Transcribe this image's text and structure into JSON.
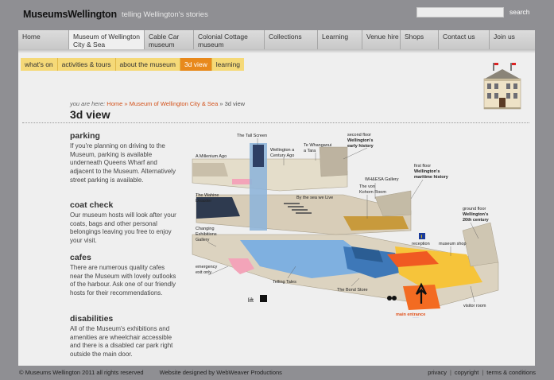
{
  "brand": {
    "name": "MuseumsWellington",
    "tagline": "telling Wellington's stories"
  },
  "search": {
    "button_label": "search",
    "placeholder": ""
  },
  "nav": [
    {
      "label": "Home"
    },
    {
      "label": "Museum of Wellington City & Sea",
      "active": true
    },
    {
      "label": "Cable Car museum"
    },
    {
      "label": "Colonial Cottage museum"
    },
    {
      "label": "Collections"
    },
    {
      "label": "Learning"
    },
    {
      "label": "Venue hire"
    },
    {
      "label": "Shops"
    },
    {
      "label": "Contact us"
    },
    {
      "label": "Join us"
    }
  ],
  "subnav": [
    {
      "label": "what's on"
    },
    {
      "label": "activities & tours"
    },
    {
      "label": "about the museum"
    },
    {
      "label": "3d view",
      "active": true
    },
    {
      "label": "learning"
    }
  ],
  "breadcrumb": {
    "prefix": "you are here:",
    "home": "Home",
    "sep1": "»",
    "museum": "Museum of Wellington City & Sea",
    "sep2": "»",
    "current": "3d view"
  },
  "page_title": "3d view",
  "sections": [
    {
      "heading": "parking",
      "body": "If you're planning on driving to the Museum, parking is available underneath Queens Wharf and adjacent to the Museum. Alternatively street parking is available."
    },
    {
      "heading": "coat check",
      "body": "Our museum hosts will look after your coats, bags and other personal belongings leaving you free to enjoy your visit."
    },
    {
      "heading": "cafes",
      "body": "There are numerous quality cafes near the Museum with lovely outlooks of the harbour. Ask one of our friendly hosts for their recommendations."
    },
    {
      "heading": "disabilities",
      "body": "All of the Museum's exhibitions and amenities are wheelchair accessible and there is a disabled car park right outside the main door."
    }
  ],
  "map_labels": {
    "tall_screen": "The Tall Screen",
    "wellington_century_ago_1": "Wellington a",
    "wellington_century_ago_2": "Century Ago",
    "te_whanganui_1": "Te Whanganui",
    "te_whanganui_2": "a Tara",
    "second_floor_1": "second floor",
    "second_floor_2": "Wellington's",
    "second_floor_3": "early history",
    "millenium": "A Millenium Ago",
    "whesa": "WH&ESA Gallery",
    "first_floor_1": "first floor",
    "first_floor_2": "Wellington's",
    "first_floor_3": "maritime history",
    "wahine_1": "The Wahine",
    "wahine_2": "Disaster",
    "by_the_sea": "By the sea we Live",
    "von_kohorn_1": "The von",
    "von_kohorn_2": "Kohorn Room",
    "ground_floor_1": "ground floor",
    "ground_floor_2": "Wellington's",
    "ground_floor_3": "20th century",
    "changing_1": "Changing",
    "changing_2": "Exhibitions",
    "changing_3": "Gallery",
    "reception": "reception",
    "museum_shop": "museum shop",
    "emergency_1": "emergency",
    "emergency_2": "exit only",
    "telling_tales": "Telling Tales",
    "bond_store": "The Bond Store",
    "main_entrance": "main entrance",
    "visitor_room": "visitor room",
    "lift_symbol": "lift"
  },
  "footer": {
    "copyright": "© Museums Wellington 2011 all rights reserved",
    "designed_by": "Website designed by WebWeaver Productions",
    "links": [
      "privacy",
      "copyright",
      "terms & conditions"
    ],
    "sep": "|"
  },
  "colors": {
    "page_bg": "#8f8f93",
    "panel_bg": "#efefef",
    "subnav_bg": "#f5d978",
    "subnav_active": "#e8891c",
    "link": "#d3521b",
    "floor_tan": "#d8cdb8",
    "floor_blue": "#6fa8dc",
    "floor_gold": "#c89a3c",
    "floor_yellow": "#f5c53a",
    "floor_orange": "#f36b21",
    "floor_pink": "#f0a0b8",
    "floor_dark": "#2e3a4f"
  }
}
